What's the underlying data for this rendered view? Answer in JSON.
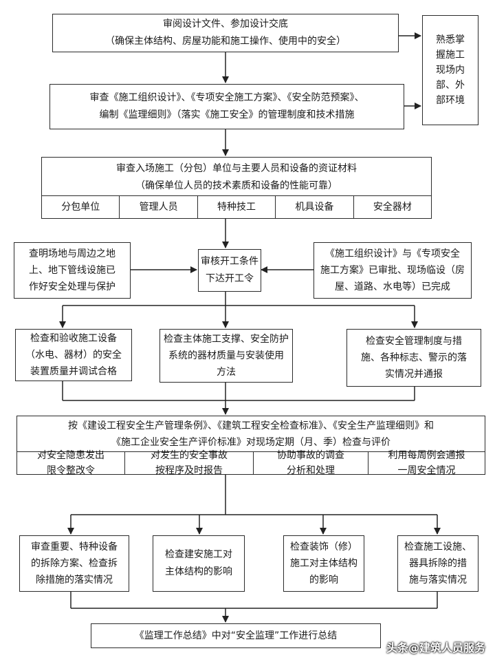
{
  "b1": {
    "l1": "审阅设计文件、参加设计交底",
    "l2": "（确保主体结构、房屋功能和施工操作、使用中的安全）"
  },
  "side": {
    "l1": "熟悉掌",
    "l2": "握施工",
    "l3": "现场内",
    "l4": "部、外",
    "l5": "部环境"
  },
  "b2": {
    "l1": "审查《施工组织设计》、《专项安全施工方案》、《安全防范预案》、",
    "l2": "编制《监理细则》（落实《施工安全》的管理制度和技术措施"
  },
  "b3": {
    "l1": "审查入场施工（分包）单位与主要人员和设备的资证材料",
    "l2": "（确保单位人员的技术素质和设备的性能可靠）",
    "cells": [
      "分包单位",
      "管理人员",
      "特种技工",
      "机具设备",
      "安全器材"
    ]
  },
  "left_cond": {
    "l1": "查明场地与周边之地",
    "l2": "上、地下管线设施已",
    "l3": "作好安全处理与保护"
  },
  "center": {
    "l1": "审核开工条件",
    "l2": "下达开工令"
  },
  "right_cond": {
    "l1": "《施工组织设计》与《专项安全",
    "l2": "施工方案》已审批、现场临设（房",
    "l3": "屋、道路、水电等）已完成"
  },
  "c1": {
    "l1": "检查和验收施工设备",
    "l2": "（水电、器材）的安全",
    "l3": "装置质量并调试合格"
  },
  "c2": {
    "l1": "检查主体施工支撑、安全防护",
    "l2": "系统的器材质量与安装使用",
    "l3": "方法"
  },
  "c3": {
    "l1": "检查安全管理制度与措",
    "l2": "施、各种标志、警示的落",
    "l3": "实情况并通报"
  },
  "b4": {
    "l1": "按《建设工程安全生产管理条例》、《建筑工程安全检查标准》、《安全生产监理细则》和",
    "l2": "《施工企业安全生产评价标准》对现场定期（月、季）检查与评价",
    "cells": [
      {
        "a": "对安全隐患发出",
        "b": "限令整改令"
      },
      {
        "a": "对发生的安全事故",
        "b": "按程序及时报告"
      },
      {
        "a": "协助事故的调查",
        "b": "分析和处理"
      },
      {
        "a": "利用每周例会通报",
        "b": "一周安全情况"
      }
    ]
  },
  "d1": {
    "l1": "审查重要、特种设备",
    "l2": "的拆除方案、检查拆",
    "l3": "除措施的落实情况"
  },
  "d2": {
    "l1": "检查建安施工对",
    "l2": "主体结构的影响"
  },
  "d3": {
    "l1": "检查装饰（修）",
    "l2": "施工对主体结构",
    "l3": "的影响"
  },
  "d4": {
    "l1": "检查施工设施、",
    "l2": "器具拆除的措",
    "l3": "施与落实情况"
  },
  "final": {
    "text": "《监理工作总结》中对“安全监理”工作进行总结"
  },
  "watermark": "头条@建筑人员服务"
}
